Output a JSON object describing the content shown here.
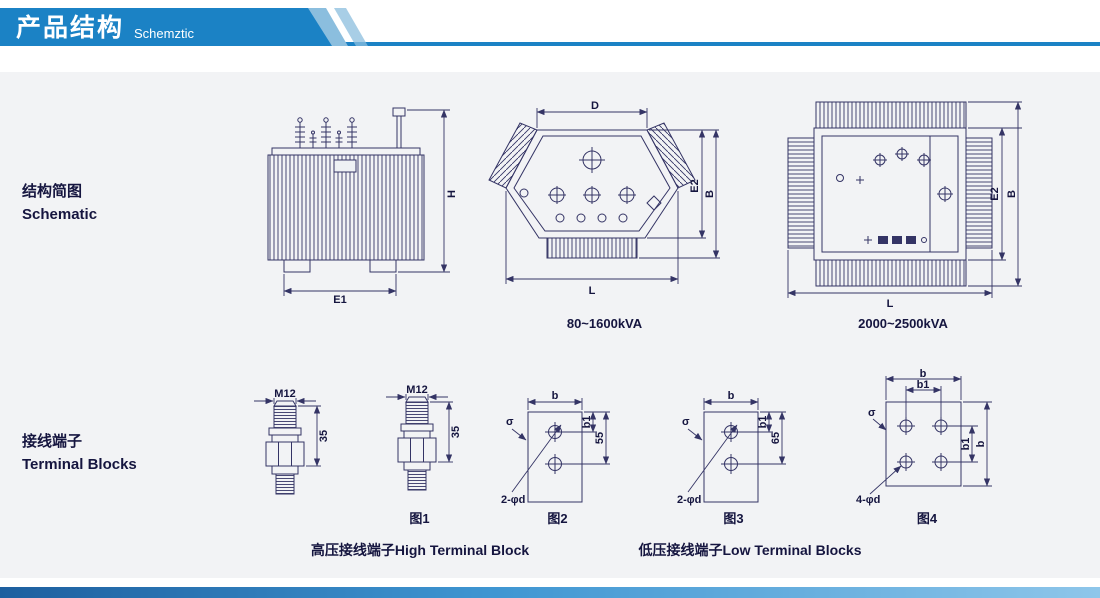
{
  "header": {
    "title_cn": "产品结构",
    "title_en": "Schemztic"
  },
  "sidebar": {
    "schematic_cn": "结构简图",
    "schematic_en": "Schematic",
    "terminal_cn": "接线端子",
    "terminal_en": "Terminal Blocks"
  },
  "schematic": {
    "side_view": {
      "dim_height": "H",
      "dim_base": "E1"
    },
    "triangular_view": {
      "dim_top": "D",
      "dim_inner": "E2",
      "dim_outer": "B",
      "dim_width": "L",
      "caption": "80~1600kVA"
    },
    "rectangular_view": {
      "dim_inner": "E2",
      "dim_outer": "B",
      "dim_width": "L",
      "caption": "2000~2500kVA"
    }
  },
  "terminals": {
    "stud_a": {
      "thread_label": "M12",
      "height_label": "35"
    },
    "stud_b": {
      "thread_label": "M12",
      "height_label": "35",
      "caption": "图1"
    },
    "plate_two_hole_55": {
      "caption": "图2",
      "dim_width": "b",
      "dim_offset": "b1",
      "dim_height": "55",
      "holes_label": "2-φd",
      "thickness_label": "σ"
    },
    "plate_two_hole_65": {
      "caption": "图3",
      "dim_width": "b",
      "dim_offset": "b1",
      "dim_height": "65",
      "holes_label": "2-φd",
      "thickness_label": "σ"
    },
    "plate_four_hole": {
      "caption": "图4",
      "dim_width_outer": "b",
      "dim_width_inner": "b1",
      "dim_height_inner": "b1",
      "dim_height_outer": "b",
      "holes_label": "4-φd",
      "thickness_label": "σ"
    },
    "caption_high_voltage": "高压接线端子High Terminal Block",
    "caption_low_voltage": "低压接线端子Low Terminal Blocks"
  },
  "colors": {
    "banner": "#1b82c5",
    "banner_accent": "#8bbede",
    "line": "#343465",
    "text": "#15153f"
  }
}
